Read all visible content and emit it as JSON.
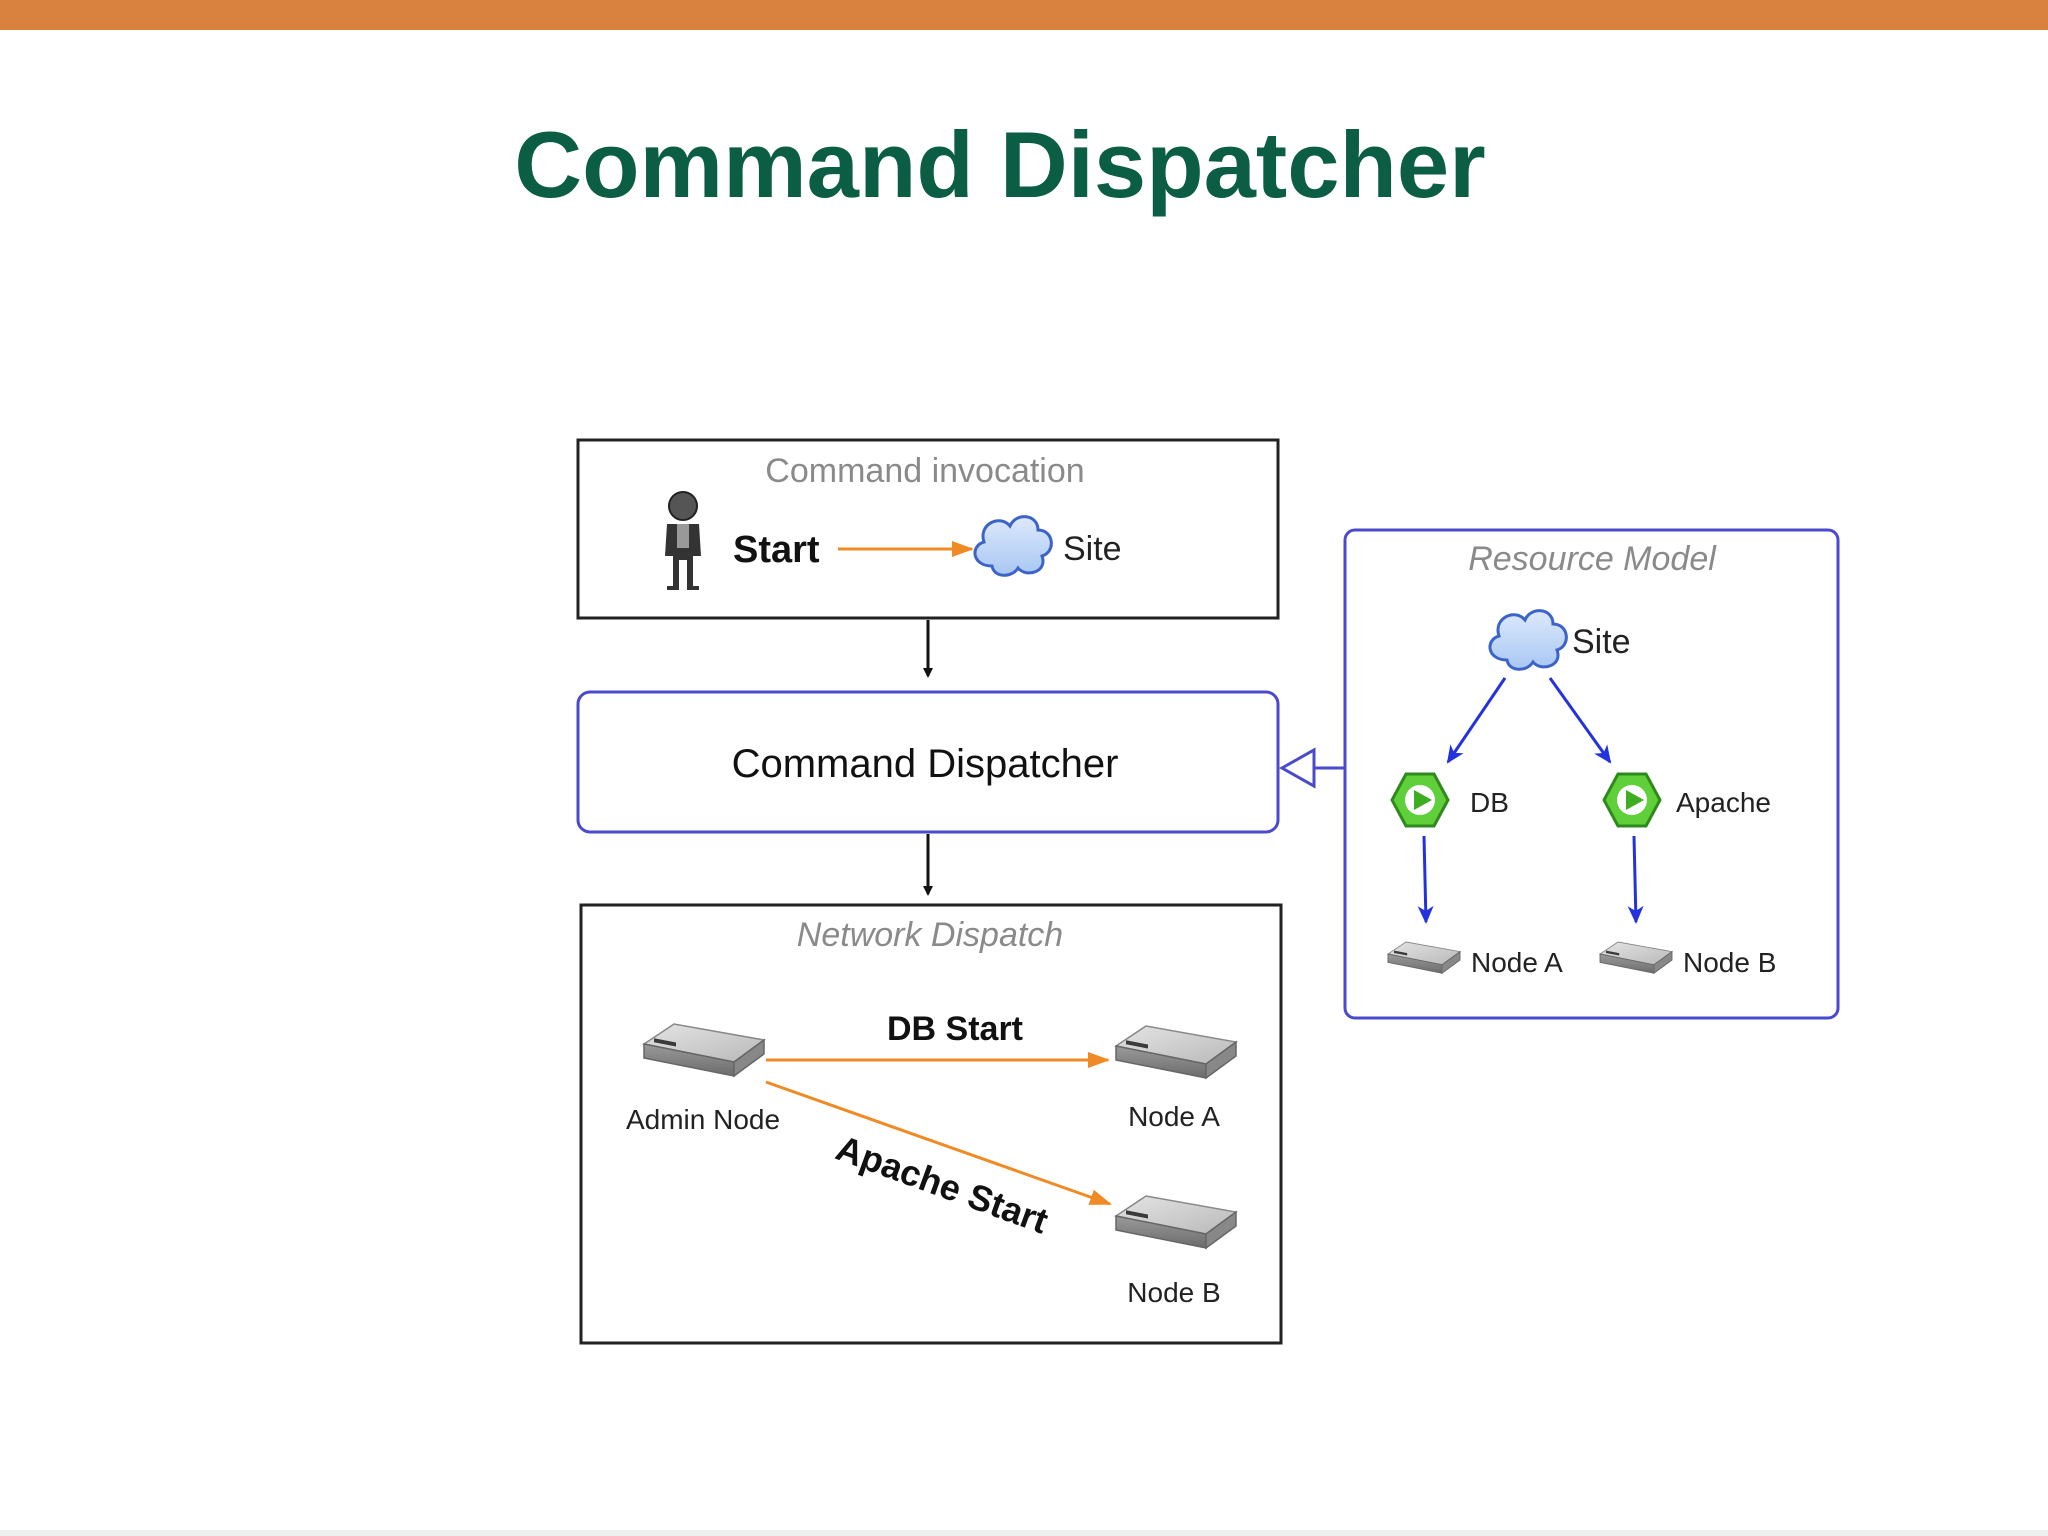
{
  "colors": {
    "top_bar": "#d9823f",
    "title": "#0b5e43",
    "box_border_dark": "#222222",
    "box_border_blue": "#4a4acc",
    "arrow_orange": "#ef8a24",
    "arrow_blue": "#2233dd",
    "arrow_black": "#111111",
    "caption_gray": "#8a8a8a",
    "cloud_fill": "#a9c7f3",
    "cloud_stroke": "#3c64c8",
    "service_green": "#5fcf3a",
    "server_gray": "#a8a8a8"
  },
  "slide": {
    "title": "Command Dispatcher"
  },
  "diagram": {
    "invocation": {
      "caption": "Command invocation",
      "actor_icon": "person-icon",
      "start_label": "Start",
      "site_icon": "cloud-icon",
      "site_label": "Site"
    },
    "dispatcher": {
      "label": "Command Dispatcher"
    },
    "network": {
      "caption": "Network Dispatch",
      "admin_label": "Admin Node",
      "db_start_label": "DB Start",
      "apache_start_label": "Apache Start",
      "node_a_label": "Node A",
      "node_b_label": "Node B",
      "server_icon": "server-icon"
    },
    "resource_model": {
      "caption": "Resource Model",
      "site_label": "Site",
      "db_label": "DB",
      "apache_label": "Apache",
      "node_a_label": "Node A",
      "node_b_label": "Node B",
      "service_icon": "play-hexagon-icon"
    }
  }
}
